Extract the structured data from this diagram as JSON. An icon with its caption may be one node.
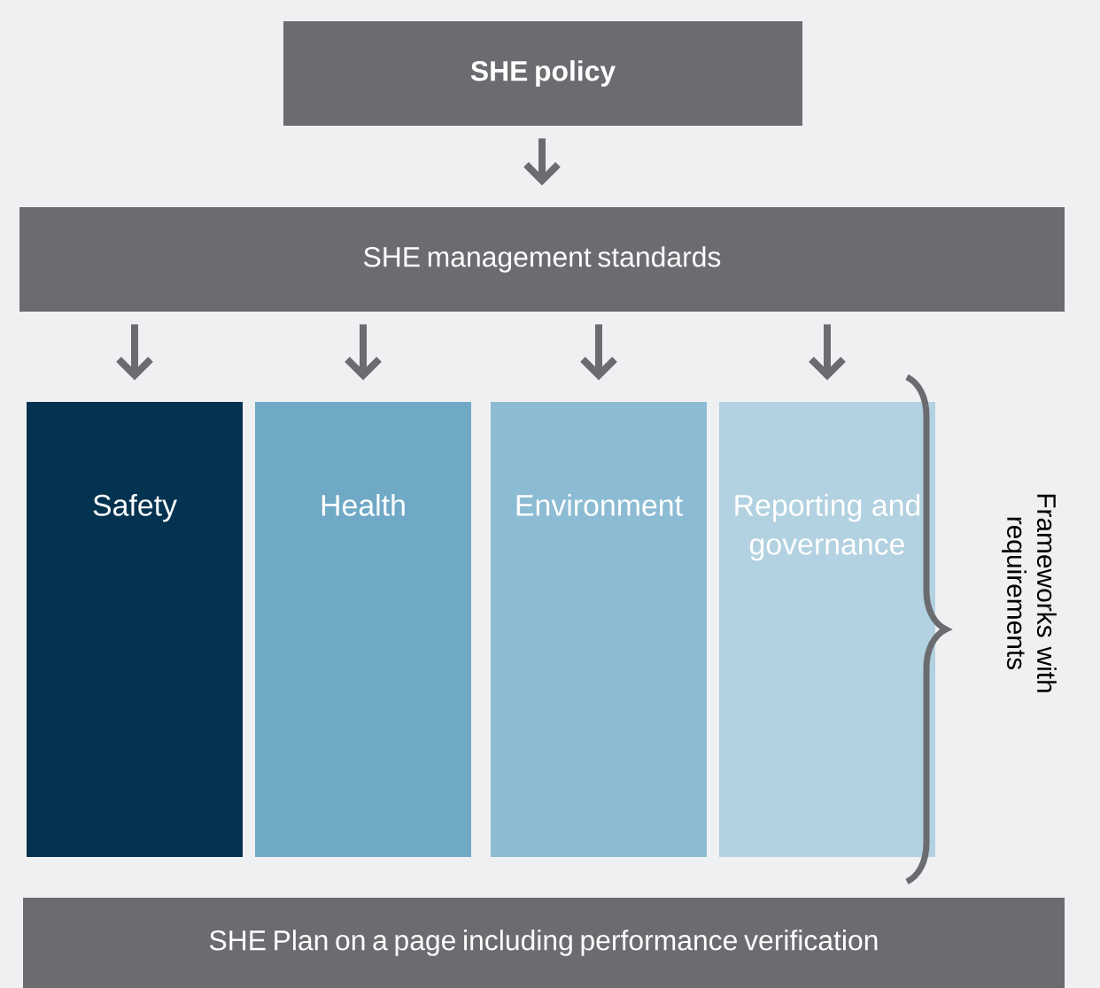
{
  "diagram": {
    "nodes": [
      {
        "text": [
          "SHE policy"
        ]
      },
      {
        "text": [
          "SHE management standards"
        ]
      },
      {
        "text": [
          "Safety"
        ]
      },
      {
        "text": [
          "Health"
        ]
      },
      {
        "text": [
          "Environment"
        ]
      },
      {
        "text": [
          "Reporting and governance"
        ]
      },
      {
        "text": [
          "SHE Plan on a page including performance verification"
        ]
      }
    ],
    "edges": [
      {
        "from": 0,
        "to": 1,
        "arrow": "to"
      },
      {
        "from": 1,
        "to": 2,
        "arrow": "to"
      },
      {
        "from": 1,
        "to": 3,
        "arrow": "to"
      },
      {
        "from": 1,
        "to": 4,
        "arrow": "to"
      },
      {
        "from": 1,
        "to": 5,
        "arrow": "to"
      }
    ],
    "labels": [
      "Frameworks with requirements"
    ]
  }
}
